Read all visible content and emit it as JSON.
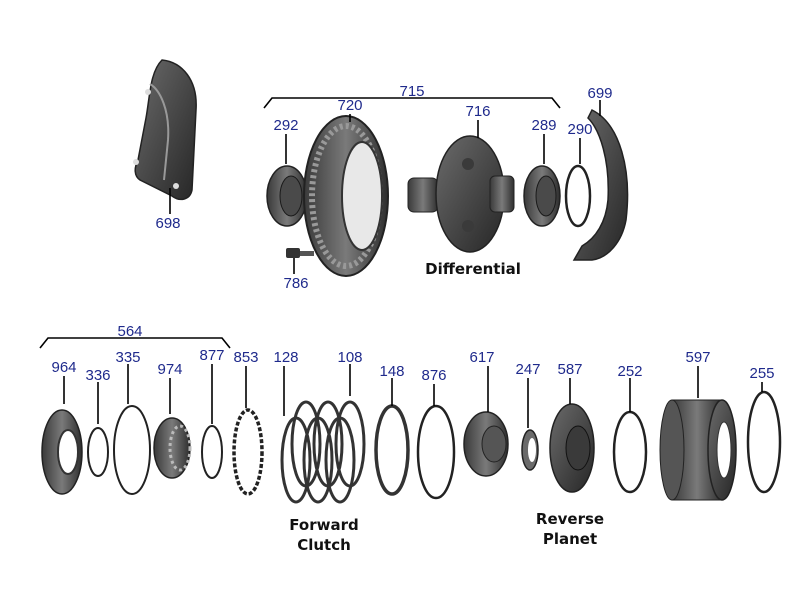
{
  "callouts": {
    "c715": "715",
    "c720": "720",
    "c716": "716",
    "c292": "292",
    "c289": "289",
    "c290": "290",
    "c699": "699",
    "c698": "698",
    "c786": "786",
    "c564": "564",
    "c964": "964",
    "c336": "336",
    "c335": "335",
    "c974": "974",
    "c877": "877",
    "c853": "853",
    "c128": "128",
    "c108": "108",
    "c148": "148",
    "c876": "876",
    "c617": "617",
    "c247": "247",
    "c587": "587",
    "c252": "252",
    "c597": "597",
    "c255": "255"
  },
  "captions": {
    "differential": "Differential",
    "forward_line1": "Forward",
    "forward_line2": "Clutch",
    "reverse_line1": "Reverse",
    "reverse_line2": "Planet"
  },
  "colors": {
    "callout_text": "#1f2a8c",
    "part_dark": "#2b2b2b",
    "part_mid": "#5a5a5a",
    "part_light": "#8a8a8a"
  }
}
